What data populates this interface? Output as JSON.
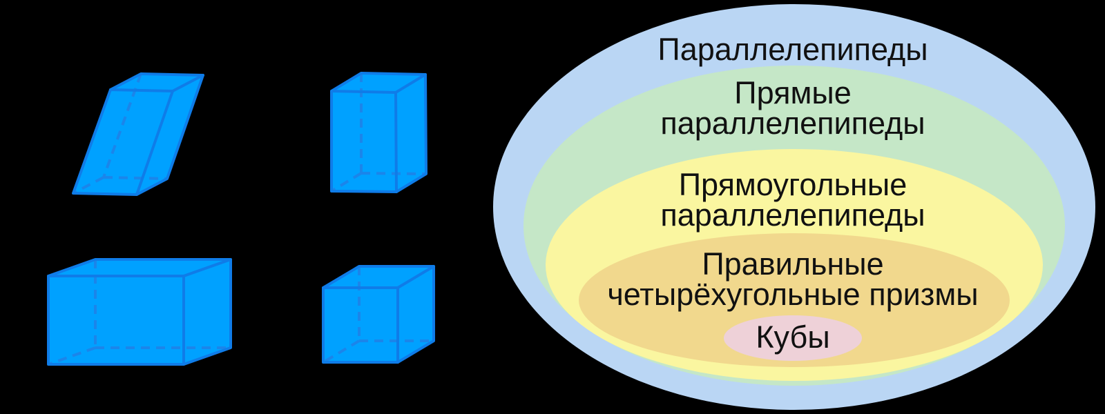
{
  "background_color": "#000000",
  "figures": {
    "fill_color": "#00a1ff",
    "edge_color": "#0f7ce8",
    "hidden_edge_color": "#1b85ea",
    "items": [
      {
        "name": "oblique-parallelepiped"
      },
      {
        "name": "right-parallelepiped"
      },
      {
        "name": "rectangular-parallelepiped"
      },
      {
        "name": "cube"
      }
    ]
  },
  "euler": {
    "text_color": "#111111",
    "sets": [
      {
        "name": "parallelepipeds",
        "line1": "Параллелепипеды",
        "line2": "",
        "fill": "#bad6f4"
      },
      {
        "name": "right-parallelepipeds",
        "line1": "Прямые",
        "line2": "параллелепипеды",
        "fill": "#c5e7c7"
      },
      {
        "name": "rectangular-parallelepipeds",
        "line1": "Прямоугольные",
        "line2": "параллелепипеды",
        "fill": "#faf6a0"
      },
      {
        "name": "regular-quadrangular-prisms",
        "line1": "Правильные",
        "line2": "четырёхугольные призмы",
        "fill": "#f1d88d"
      },
      {
        "name": "cubes",
        "line1": "Кубы",
        "line2": "",
        "fill": "#eed1d8"
      }
    ]
  }
}
